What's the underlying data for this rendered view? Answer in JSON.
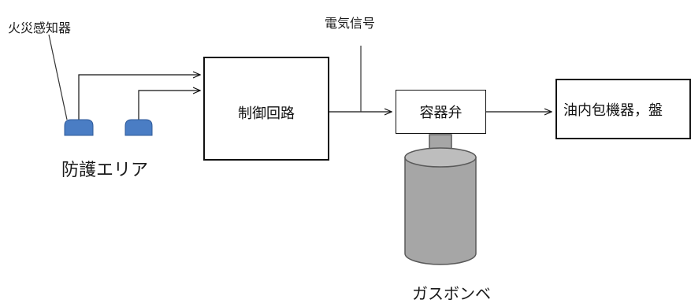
{
  "labels": {
    "fire_detector": "火災感知器",
    "electric_signal": "電気信号",
    "protection_area": "防護エリア",
    "gas_cylinder": "ガスボンベ"
  },
  "boxes": {
    "control_circuit": "制御回路",
    "container_valve": "容器弁",
    "target_equipment": "油内包機器，盤"
  },
  "colors": {
    "detector_fill": "#4a7dc4",
    "detector_stroke": "#2f5a99",
    "cylinder_fill": "#a6a6a6",
    "cylinder_stroke": "#595959",
    "line": "#111111"
  }
}
